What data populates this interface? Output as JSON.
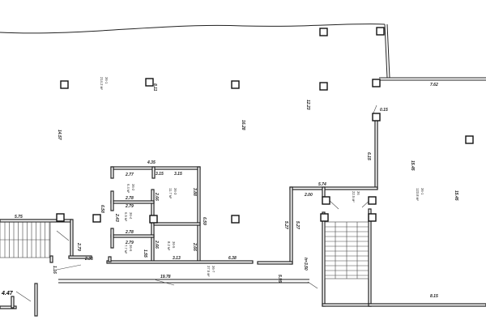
{
  "dimensions": {
    "left_stair_width": "5.75",
    "left_stair_side": "2.79",
    "left_stair_bottom": "2.35",
    "left_stair_end": "1.16",
    "bottom_left": "4.47",
    "corridor_length": "19.78",
    "corridor_right": "6.38",
    "corridor_end": "5.95",
    "stair_top": "5.74",
    "stair_offset": "2.00",
    "stair_left_outer": "5.27",
    "stair_left_inner": "5.27",
    "stair_door": "h=3.50",
    "stair_bottom": "8.15",
    "wing_top": "7.62",
    "wing_col": "0.15",
    "wing_wall": "6.15",
    "wing_depth_1": "15.45",
    "wing_depth_2": "15.45",
    "main_depth_1": "12.23",
    "main_depth_2": "16.28",
    "main_left": "14.57",
    "column_note": "8.11",
    "rooms_top": "4.35",
    "rooms_r1": "2.77",
    "rooms_r2": "3.15",
    "rooms_r3": "3.15",
    "rooms_r4": "2.78",
    "rooms_r5": "2.79",
    "rooms_r6": "2.78",
    "rooms_r7": "2.79",
    "rooms_h1": "2.66",
    "rooms_h2": "3.88",
    "rooms_h3": "2.43",
    "rooms_h4": "2.66",
    "rooms_h5": "2.66",
    "rooms_h6": "1.55",
    "rooms_b": "3.13",
    "rooms_left": "6.58",
    "rooms_right": "6.59"
  },
  "rooms": {
    "main_hall": {
      "id": "36-1",
      "area": "214.2 м²"
    },
    "wing": {
      "id": "36-1",
      "area": "123.8 м²"
    },
    "room_a": {
      "id": "36-2",
      "area": "6.4 м²"
    },
    "room_b": {
      "id": "36-3",
      "area": "11.7 м²"
    },
    "room_c": {
      "id": "36-4",
      "area": "6.5 м²"
    },
    "room_d": {
      "id": "36-5",
      "area": "8.2 м²"
    },
    "room_e": {
      "id": "36-6",
      "area": "7.7 м²"
    },
    "corridor": {
      "id": "36-7",
      "area": "37.5 м²"
    },
    "stair": {
      "id": "36",
      "area": "22.5 м²"
    }
  }
}
